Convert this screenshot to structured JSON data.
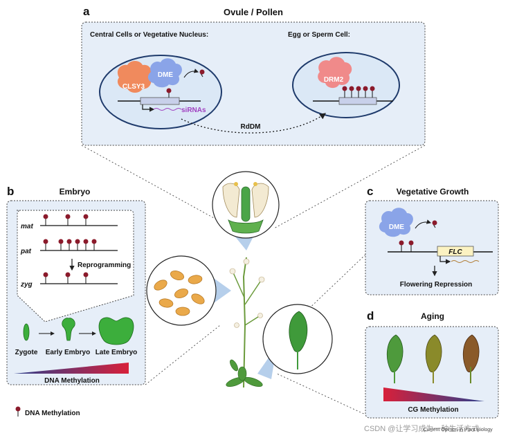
{
  "panels": {
    "a": {
      "letter": "a",
      "title": "Ovule / Pollen",
      "left_heading": "Central Cells or Vegetative Nucleus:",
      "right_heading": "Egg or Sperm Cell:",
      "clsy3": "CLSY3",
      "dme": "DME",
      "drm2": "DRM2",
      "sirnas": "siRNAs",
      "rddm": "RdDM"
    },
    "b": {
      "letter": "b",
      "title": "Embryo",
      "rows": [
        "mat",
        "pat",
        "zyg"
      ],
      "reprogramming": "Reprogramming",
      "stages": [
        "Zygote",
        "Early Embryo",
        "Late Embryo"
      ],
      "gradient_label": "DNA Methylation"
    },
    "c": {
      "letter": "c",
      "title": "Vegetative Growth",
      "dme": "DME",
      "gene": "FLC",
      "outcome": "Flowering Repression"
    },
    "d": {
      "letter": "d",
      "title": "Aging",
      "gradient_label": "CG Methylation"
    }
  },
  "legend": {
    "label": "DNA Methylation"
  },
  "watermark": {
    "source": "Current Opinion in Plant Biology",
    "site": "CSDN @让学习成为一种生活方式"
  },
  "colors": {
    "panel_fill": "#e6eef8",
    "methylation": "#8b1a2b",
    "dme": "#8aa4e8",
    "clsy3": "#f08a5d",
    "drm2": "#f08a8a",
    "sirna": "#a040c0",
    "gradient_start": "#d8203a",
    "gradient_end": "#2c3e8c"
  }
}
